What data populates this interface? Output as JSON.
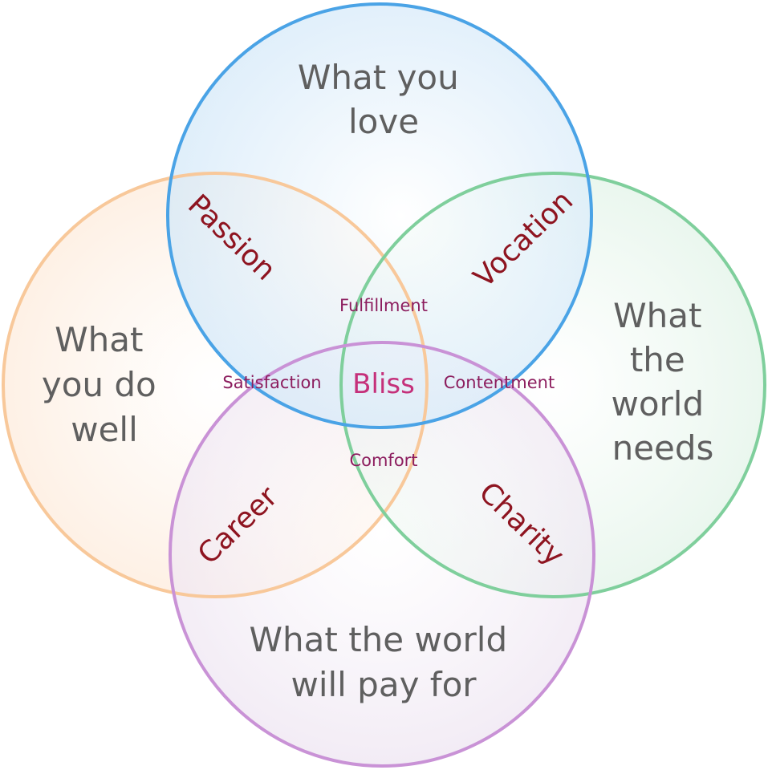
{
  "circles": {
    "love": {
      "lines": [
        "What you",
        "love"
      ],
      "color": "#4aa3e6"
    },
    "well": {
      "lines": [
        "What",
        "you do",
        "well"
      ],
      "color": "#f8c89a"
    },
    "needs": {
      "lines": [
        "What",
        "the",
        "world",
        "needs"
      ],
      "color": "#7fcf9c"
    },
    "pay": {
      "lines": [
        "What the world",
        "will pay for"
      ],
      "color": "#c992d6"
    }
  },
  "pairs": {
    "passion": "Passion",
    "vocation": "Vocation",
    "career": "Career",
    "charity": "Charity"
  },
  "triples": {
    "fulfillment": "Fulfillment",
    "satisfaction": "Satisfaction",
    "contentment": "Contentment",
    "comfort": "Comfort"
  },
  "center": "Bliss",
  "colors": {
    "circle_label": "#5f5f5f",
    "pair_label": "#8e1420",
    "triple_label": "#8c1d5e",
    "center_label": "#c5307a"
  }
}
